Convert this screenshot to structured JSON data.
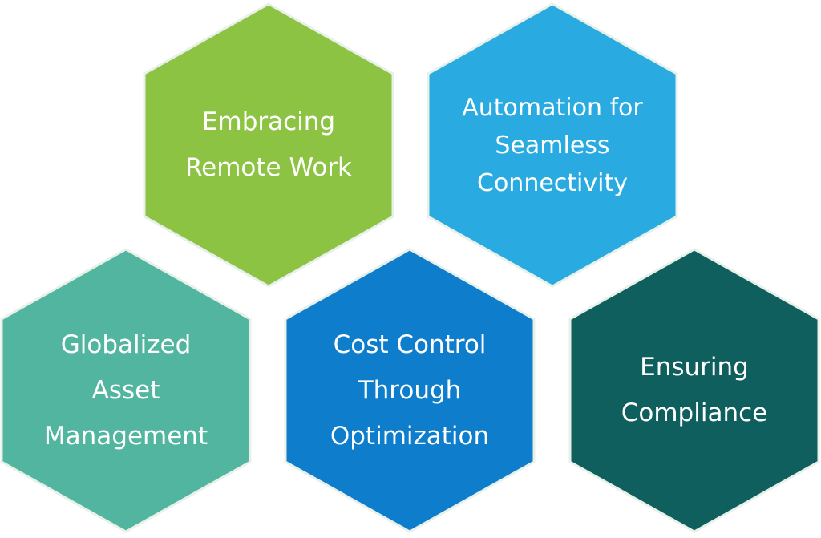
{
  "diagram": {
    "hexagons": [
      {
        "id": "remote-work",
        "label": "Embracing\nRemote Work",
        "color": "#8dc343"
      },
      {
        "id": "automation",
        "label": "Automation for\nSeamless\nConnectivity",
        "color": "#29abe2"
      },
      {
        "id": "globalized",
        "label": "Globalized\nAsset\nManagement",
        "color": "#52b5a0"
      },
      {
        "id": "cost-control",
        "label": "Cost Control\nThrough\nOptimization",
        "color": "#0d7dcc"
      },
      {
        "id": "compliance",
        "label": "Ensuring\nCompliance",
        "color": "#0f5f5e"
      }
    ],
    "outline_color": "#e8f0ea"
  }
}
